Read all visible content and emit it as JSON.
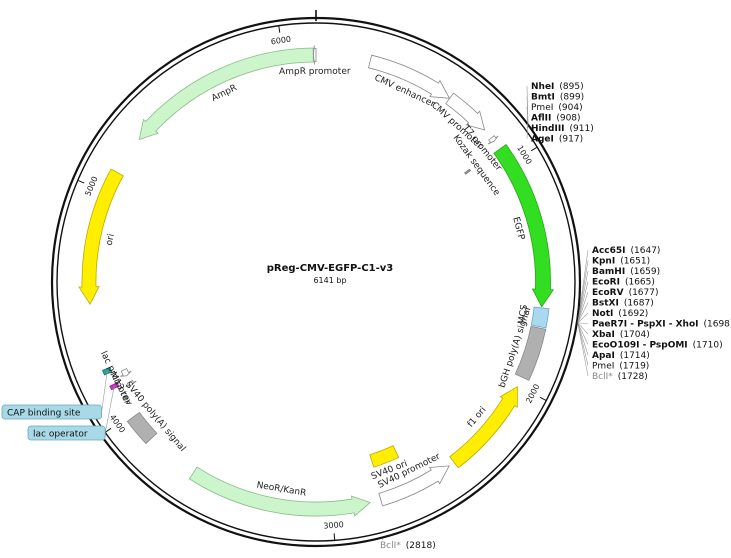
{
  "plasmid": {
    "name": "pReg-CMV-EGFP-C1-v3",
    "size_label": "6141 bp",
    "length": 6141
  },
  "ticks": [
    {
      "pos": 1000,
      "label": "1000"
    },
    {
      "pos": 2000,
      "label": "2000"
    },
    {
      "pos": 3000,
      "label": "3000"
    },
    {
      "pos": 4000,
      "label": "4000"
    },
    {
      "pos": 5000,
      "label": "5000"
    },
    {
      "pos": 6000,
      "label": "6000"
    }
  ],
  "features": [
    {
      "id": "cmv-enhancer",
      "label": "CMV enhancer",
      "start": 235,
      "end": 614,
      "type": "arrow",
      "color": "#ffffff",
      "stroke": "#888888",
      "ring": 0.86,
      "width": 13
    },
    {
      "id": "cmv-promoter",
      "label": "CMV promoter",
      "start": 615,
      "end": 818,
      "type": "arrow",
      "color": "#ffffff",
      "stroke": "#888888",
      "ring": 0.86,
      "width": 13
    },
    {
      "id": "t7-promoter",
      "label": "T7 promoter",
      "start": 863,
      "end": 881,
      "type": "arrow",
      "color": "#ffffff",
      "stroke": "#888888",
      "ring": 0.86,
      "width": 7
    },
    {
      "id": "kozak",
      "label": "Kozak sequence",
      "start": 916,
      "end": 925,
      "type": "box",
      "color": "#9e9e9e",
      "stroke": "#777777",
      "ring": 0.71,
      "width": 6
    },
    {
      "id": "egfp",
      "label": "EGFP",
      "start": 923,
      "end": 1642,
      "type": "arrow",
      "color": "#33dd22",
      "stroke": "#22aa11",
      "ring": 0.86,
      "width": 15
    },
    {
      "id": "mcs",
      "label": "MCS",
      "start": 1647,
      "end": 1728,
      "type": "box",
      "color": "#a9d8f0",
      "stroke": "#6aa9bd",
      "ring": 0.86,
      "width": 15
    },
    {
      "id": "bgh-polya",
      "label": "bGH poly(A) signal",
      "start": 1734,
      "end": 1958,
      "type": "box",
      "color": "#b0b0b0",
      "stroke": "#888888",
      "ring": 0.86,
      "width": 15
    },
    {
      "id": "f1-ori",
      "label": "f1 ori",
      "start": 2004,
      "end": 2432,
      "type": "arrow",
      "color": "#ffee00",
      "stroke": "#bbaa00",
      "ring": 0.86,
      "width": 14
    },
    {
      "id": "sv40-promoter",
      "label": "SV40 promoter",
      "start": 2458,
      "end": 2788,
      "type": "arrow",
      "color": "#ffffff",
      "stroke": "#888888",
      "ring": 0.86,
      "width": 13
    },
    {
      "id": "sv40-ori",
      "label": "SV40 ori",
      "start": 2640,
      "end": 2775,
      "type": "box",
      "color": "#ffee00",
      "stroke": "#bbaa00",
      "ring": 0.71,
      "width": 13
    },
    {
      "id": "neor-kanr",
      "label": "NeoR/KanR",
      "start": 2835,
      "end": 3629,
      "type": "arrow",
      "color": "#ccf5cc",
      "stroke": "#88bb88",
      "ring": 0.86,
      "width": 14
    },
    {
      "id": "sv40-polya",
      "label": "SV40 poly(A) signal",
      "start": 3863,
      "end": 3984,
      "type": "box",
      "color": "#b0b0b0",
      "stroke": "#888888",
      "ring": 0.86,
      "width": 15
    },
    {
      "id": "m13-rev",
      "label": "M13 rev",
      "start": 4108,
      "end": 4124,
      "type": "arrow",
      "color": "#ffffff",
      "stroke": "#888888",
      "ring": 0.8,
      "width": 6
    },
    {
      "id": "lac-operator",
      "label": "",
      "start": 4132,
      "end": 4148,
      "type": "box",
      "color": "#cc33cc",
      "stroke": "#882288",
      "ring": 0.86,
      "width": 8
    },
    {
      "id": "lac-promoter",
      "label": "lac promoter",
      "start": 4156,
      "end": 4186,
      "type": "arrow",
      "color": "#ffffff",
      "stroke": "#888888",
      "ring": 0.8,
      "width": 6
    },
    {
      "id": "cap-site",
      "label": "",
      "start": 4201,
      "end": 4222,
      "type": "box",
      "color": "#2aa198",
      "stroke": "#1a7770",
      "ring": 0.86,
      "width": 8
    },
    {
      "id": "ori",
      "label": "ori",
      "start": 4510,
      "end": 5098,
      "type": "arrow",
      "color": "#ffee00",
      "stroke": "#bbaa00",
      "ring": 0.86,
      "width": 14
    },
    {
      "id": "ampr",
      "label": "AmpR",
      "start": 5269,
      "end": 6129,
      "type": "arrow",
      "color": "#ccf5cc",
      "stroke": "#88bb88",
      "ring": 0.86,
      "width": 14
    },
    {
      "id": "ampr-promoter",
      "label": "AmpR promoter",
      "start": 6130,
      "end": 6141,
      "type": "arrow",
      "color": "#ffffff",
      "stroke": "#888888",
      "ring": 0.86,
      "width": 13
    }
  ],
  "sites_top_right": [
    {
      "name": "NheI",
      "pos": "(895)",
      "bold": true
    },
    {
      "name": "BmtI",
      "pos": "(899)",
      "bold": true
    },
    {
      "name": "PmeI",
      "pos": "(904)",
      "bold": false
    },
    {
      "name": "AflII",
      "pos": "(908)",
      "bold": true
    },
    {
      "name": "HindIII",
      "pos": "(911)",
      "bold": true
    },
    {
      "name": "AgeI",
      "pos": "(917)",
      "bold": true
    }
  ],
  "sites_mcs": [
    {
      "name": "Acc65I",
      "pos": "(1647)",
      "bold": true
    },
    {
      "name": "KpnI",
      "pos": "(1651)",
      "bold": true
    },
    {
      "name": "BamHI",
      "pos": "(1659)",
      "bold": true
    },
    {
      "name": "EcoRI",
      "pos": "(1665)",
      "bold": true
    },
    {
      "name": "EcoRV",
      "pos": "(1677)",
      "bold": true
    },
    {
      "name": "BstXI",
      "pos": "(1687)",
      "bold": true
    },
    {
      "name": "NotI",
      "pos": "(1692)",
      "bold": true
    },
    {
      "name": "PaeR7I - PspXI - XhoI",
      "pos": "(1698)",
      "bold": true
    },
    {
      "name": "XbaI",
      "pos": "(1704)",
      "bold": true
    },
    {
      "name": "EcoO109I - PspOMI",
      "pos": "(1710)",
      "bold": true
    },
    {
      "name": "ApaI",
      "pos": "(1714)",
      "bold": true
    },
    {
      "name": "PmeI",
      "pos": "(1719)",
      "bold": false
    },
    {
      "name": "BclI*",
      "pos": "(1728)",
      "bold": false,
      "gray": true
    }
  ],
  "site_bottom": {
    "name": "BclI*",
    "pos": "(2818)"
  },
  "callouts": [
    {
      "id": "cap-binding-site",
      "label": "CAP binding site"
    },
    {
      "id": "lac-operator",
      "label": "lac operator"
    }
  ]
}
